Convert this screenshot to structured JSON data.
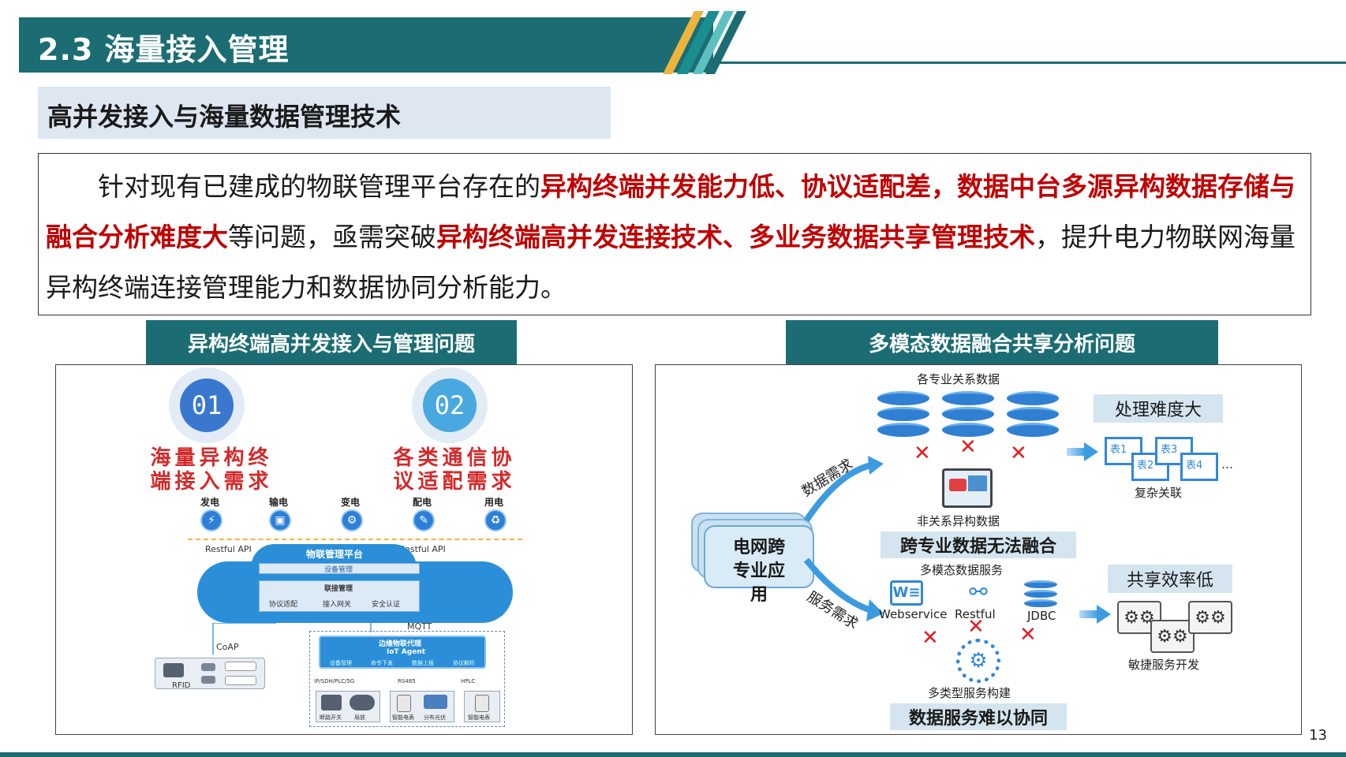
{
  "header": {
    "title": "2.3 海量接入管理",
    "subtitle": "高并发接入与海量数据管理技术"
  },
  "intro": {
    "p1": "针对现有已建成的物联管理平台存在的",
    "r1": "异构终端并发能力低、协议适配差，数据中台多源异构数据存储与融合分析难度大",
    "p2": "等问题，亟需突破",
    "r2": "异构终端高并发连接技术、多业务数据共享管理技术",
    "p3": "，提升电力物联网海量异构终端连接管理能力和数据协同分析能力。"
  },
  "left_section": {
    "title": "异构终端高并发接入与管理问题",
    "num1": "01",
    "num2": "02",
    "need1_l1": "海量异构终",
    "need1_l2": "端接入需求",
    "need2_l1": "各类通信协",
    "need2_l2": "议适配需求",
    "domains": [
      "发电",
      "输电",
      "变电",
      "配电",
      "用电"
    ],
    "restful_api_1": "Restful API",
    "restful_api_2": "Restful API",
    "platform": "物联管理平台",
    "device_mgmt": "设备管理",
    "conn_mgmt": "联接管理",
    "conn_items": [
      "协议适配",
      "接入网关",
      "安全认证"
    ],
    "mqtt": "MQTT",
    "coap": "CoAP",
    "rfid": "RFID",
    "edge_proxy": "边缘物联代理",
    "iot_agent": "IoT Agent",
    "edge_items": [
      "设备管理",
      "命令下发",
      "数据上报",
      "协议解析"
    ],
    "bus_labels": [
      "IP/SDH/PLC/5G",
      "RS485",
      "HPLC"
    ],
    "devices": [
      "断路开关",
      "局放",
      "智能电表",
      "分布光伏",
      "智能电表"
    ]
  },
  "right_section": {
    "title": "多模态数据融合共享分析问题",
    "relational_data": "各专业关系数据",
    "difficulty_high": "处理难度大",
    "tables": [
      "表1",
      "表2",
      "表3",
      "表4"
    ],
    "ellipsis": "…",
    "complex_link": "复杂关联",
    "data_demand": "数据需求",
    "nonrelational": "非关系异构数据",
    "cross_fusion": "跨专业数据无法融合",
    "grid_app": "电网跨专业应用",
    "multimodal_service": "多模态数据服务",
    "service_demand": "服务需求",
    "webservice": "Webservice",
    "restful": "Restful",
    "jdbc": "JDBC",
    "share_low": "共享效率低",
    "agile_dev": "敏捷服务开发",
    "multi_build": "多类型服务构建",
    "service_coord": "数据服务难以协同"
  },
  "page_number": "13",
  "colors": {
    "brand": "#1b6d73",
    "accent_red": "#c00000",
    "blue": "#2f88d8"
  }
}
